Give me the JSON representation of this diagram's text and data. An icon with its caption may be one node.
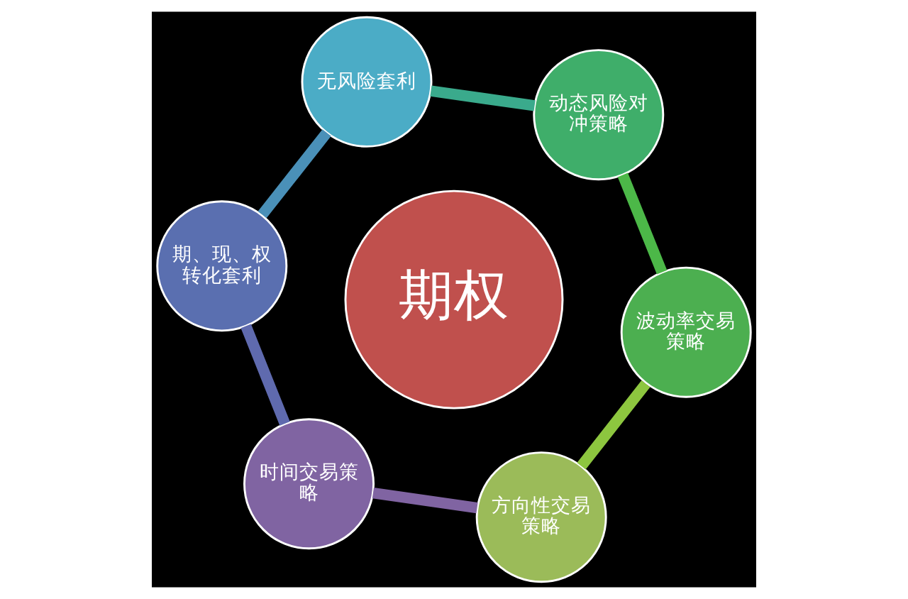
{
  "diagram": {
    "nodes": [
      {
        "text": [
          "期权"
        ]
      },
      {
        "text": [
          "方向性交易策略"
        ]
      },
      {
        "text": [
          "波动率交易策略"
        ]
      },
      {
        "text": [
          "动态风险对冲策略"
        ]
      },
      {
        "text": [
          "无风险套利"
        ]
      },
      {
        "text": [
          "期、现、权转化套利"
        ]
      },
      {
        "text": [
          "时间交易策略"
        ]
      }
    ],
    "edges": [
      {
        "from": 1,
        "to": 2,
        "arrow": "none",
        "color": "#8dc63f"
      },
      {
        "from": 2,
        "to": 3,
        "arrow": "none",
        "color": "#4cb848"
      },
      {
        "from": 3,
        "to": 4,
        "arrow": "none",
        "color": "#3aaa8c"
      },
      {
        "from": 4,
        "to": 5,
        "arrow": "none",
        "color": "#4a90b8"
      },
      {
        "from": 5,
        "to": 6,
        "arrow": "none",
        "color": "#5f6aae"
      },
      {
        "from": 6,
        "to": 1,
        "arrow": "none",
        "color": "#8064a2"
      }
    ]
  }
}
